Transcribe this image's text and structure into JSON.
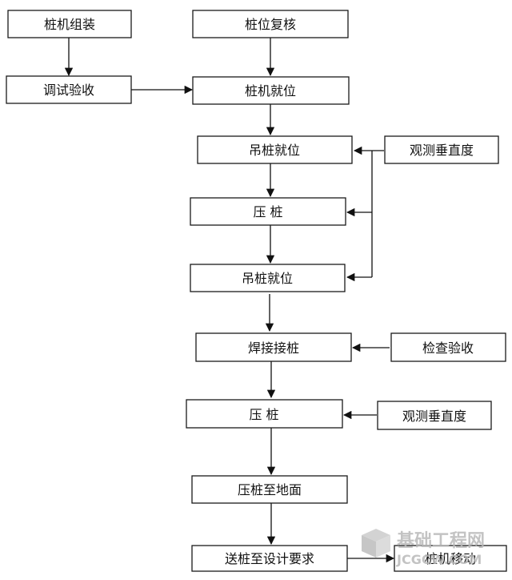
{
  "flowchart": {
    "steps": {
      "pile_machine_assembly": "桩机组装",
      "debug_acceptance": "调试验收",
      "pile_position_recheck": "桩位复核",
      "pile_machine_in_place": "桩机就位",
      "lift_pile_in_place_1": "吊桩就位",
      "press_pile_1": "压 桩",
      "lift_pile_in_place_2": "吊桩就位",
      "weld_pile": "焊接接桩",
      "press_pile_2": "压 桩",
      "press_to_ground": "压桩至地面",
      "send_pile_to_design": "送桩至设计要求",
      "pile_machine_move": "桩机移动"
    },
    "side_checks": {
      "observe_verticality_1": "观测垂直度",
      "inspect_acceptance": "检查验收",
      "observe_verticality_2": "观测垂直度"
    }
  },
  "watermark": {
    "site_name": "基础工程网",
    "site_domain": "JCGCW.COM"
  },
  "colors": {
    "line": "#111111",
    "box_border": "#1a1a1a",
    "watermark": "#b9b9b9"
  }
}
